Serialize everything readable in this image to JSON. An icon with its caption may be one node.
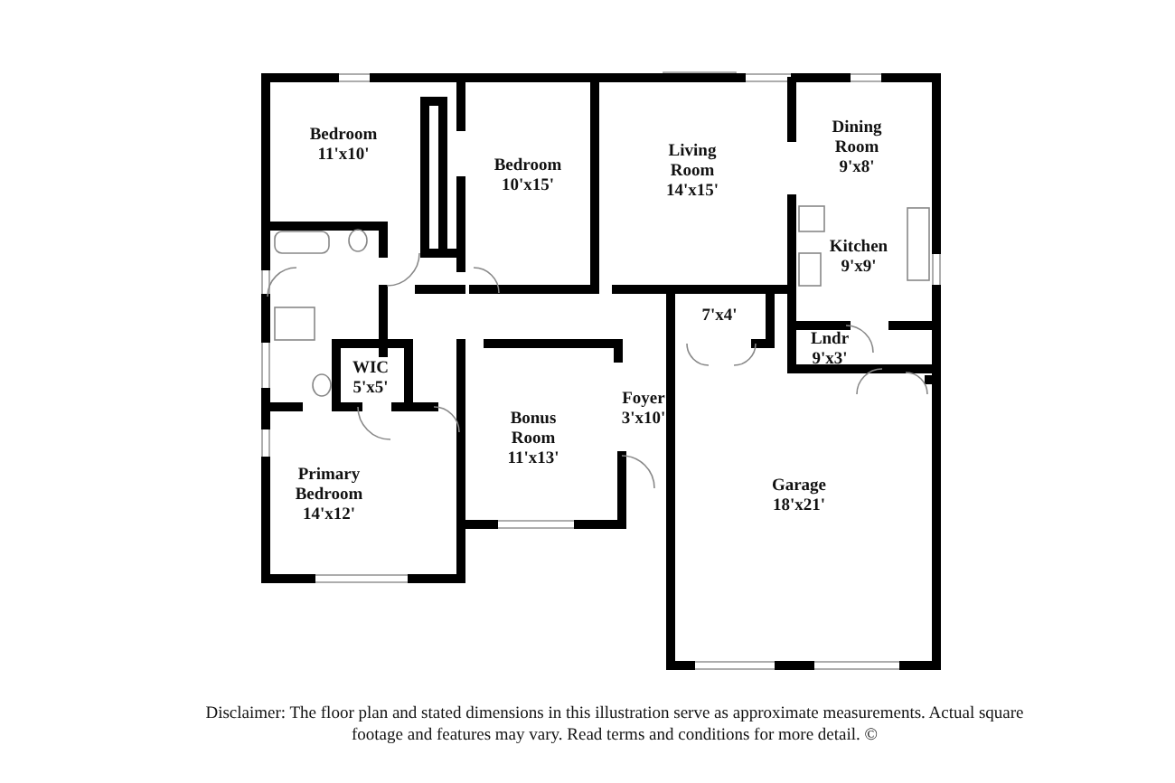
{
  "diagram": {
    "labels": [
      "Bedroom",
      "11'x10'",
      "Bedroom",
      "10'x15'",
      "Living Room",
      "14'x15'",
      "Dining Room",
      "9'x8'",
      "Kitchen",
      "9'x9'",
      "7'x4'",
      "Lndr",
      "9'x3'",
      "WIC",
      "5'x5'",
      "Bonus Room",
      "11'x13'",
      "Foyer",
      "3'x10'",
      "Primary Bedroom",
      "14'x12'",
      "Garage",
      "18'x21'",
      "Disclaimer: The floor plan and stated dimensions in this illustration serve as approximate measurements. Actual square footage and features may vary. Read terms and conditions for more detail. ©"
    ]
  }
}
